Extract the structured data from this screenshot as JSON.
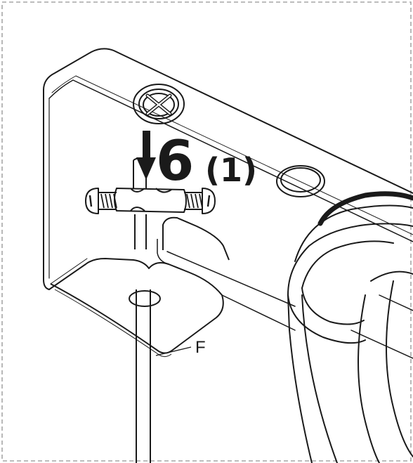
{
  "instruction": {
    "arrow_icon": "down-arrow-icon",
    "step_number": "6",
    "quantity": "(1)"
  },
  "callouts": {
    "part_f": "F"
  },
  "colors": {
    "line": "#1a1a1a",
    "border_dash": "#a6a6a6",
    "background": "#ffffff"
  }
}
